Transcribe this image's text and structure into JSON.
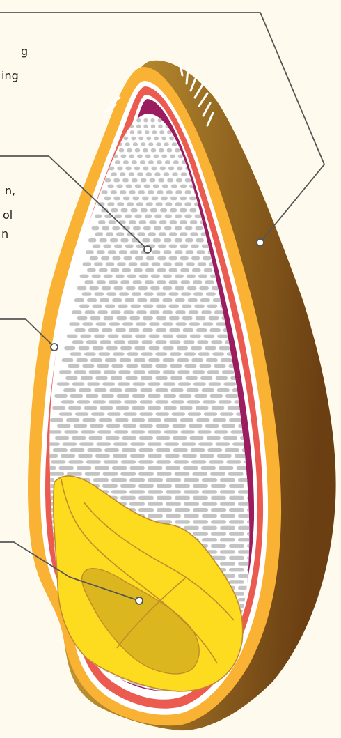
{
  "diagram": {
    "background": "#fefbee",
    "colors": {
      "husk_light": "#ddb13c",
      "husk_dark": "#6b3f12",
      "bran_outer": "#f9b233",
      "aleurone": "#ec5b4f",
      "endosperm_border": "#9b1c5f",
      "endosperm_fill": "#ffffff",
      "endosperm_cells": "#c4c4c4",
      "germ": "#fddb1e",
      "germ_inner": "#dcb61e",
      "germ_outline": "#c18b2d",
      "leader": "#555555"
    },
    "labels": [
      {
        "name": "husk",
        "lines": [
          "g",
          "ing"
        ]
      },
      {
        "name": "endosperm",
        "lines": [
          "n,",
          "ol",
          "n"
        ]
      },
      {
        "name": "aleurone-layer",
        "lines": []
      },
      {
        "name": "germ",
        "lines": []
      }
    ]
  }
}
